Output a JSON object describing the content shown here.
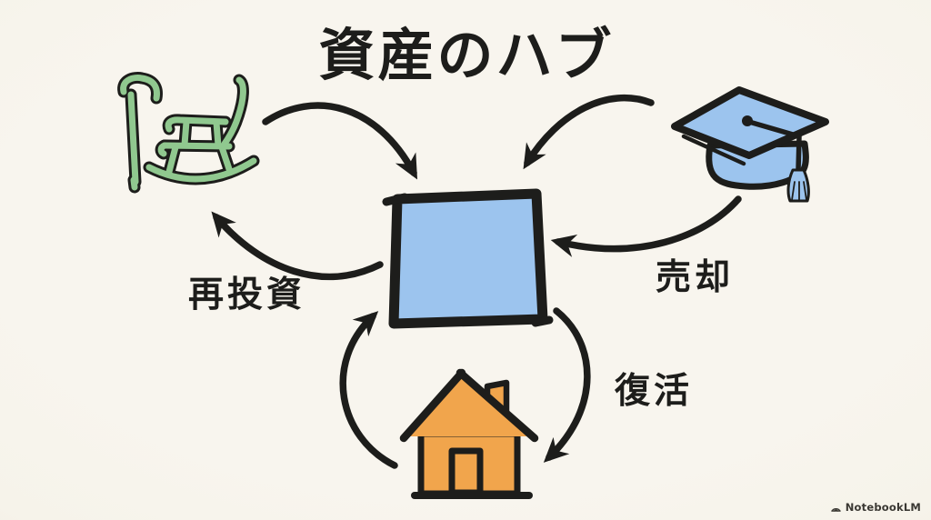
{
  "title": "資産のハブ",
  "colors": {
    "background": "#f6f3ea",
    "ink": "#1d1d1b",
    "green": "#90c88f",
    "blue": "#9cc4ee",
    "orange": "#f1a54c",
    "watermark": "#3a3833"
  },
  "hub": {
    "name": "資産のハブ",
    "shape": "square",
    "color": "#9cc4ee"
  },
  "nodes": [
    {
      "id": "retirement",
      "icon": "rocking-chair-and-cane-icon",
      "color": "#90c88f",
      "position": "top-left"
    },
    {
      "id": "education",
      "icon": "graduation-cap-icon",
      "color": "#9cc4ee",
      "position": "top-right"
    },
    {
      "id": "home",
      "icon": "house-icon",
      "color": "#f1a54c",
      "position": "bottom-center"
    }
  ],
  "labels": {
    "reinvest": "再投資",
    "sell": "売却",
    "revive": "復活"
  },
  "edges": [
    {
      "from": "retirement",
      "to": "hub",
      "label": ""
    },
    {
      "from": "education",
      "to": "hub",
      "label": ""
    },
    {
      "from": "education",
      "to": "hub",
      "label": "売却"
    },
    {
      "from": "hub",
      "to": "retirement",
      "label": "再投資"
    },
    {
      "from": "home",
      "to": "hub",
      "label": ""
    },
    {
      "from": "hub",
      "to": "home",
      "label": "復活"
    }
  ],
  "watermark": {
    "label": "NotebookLM"
  }
}
